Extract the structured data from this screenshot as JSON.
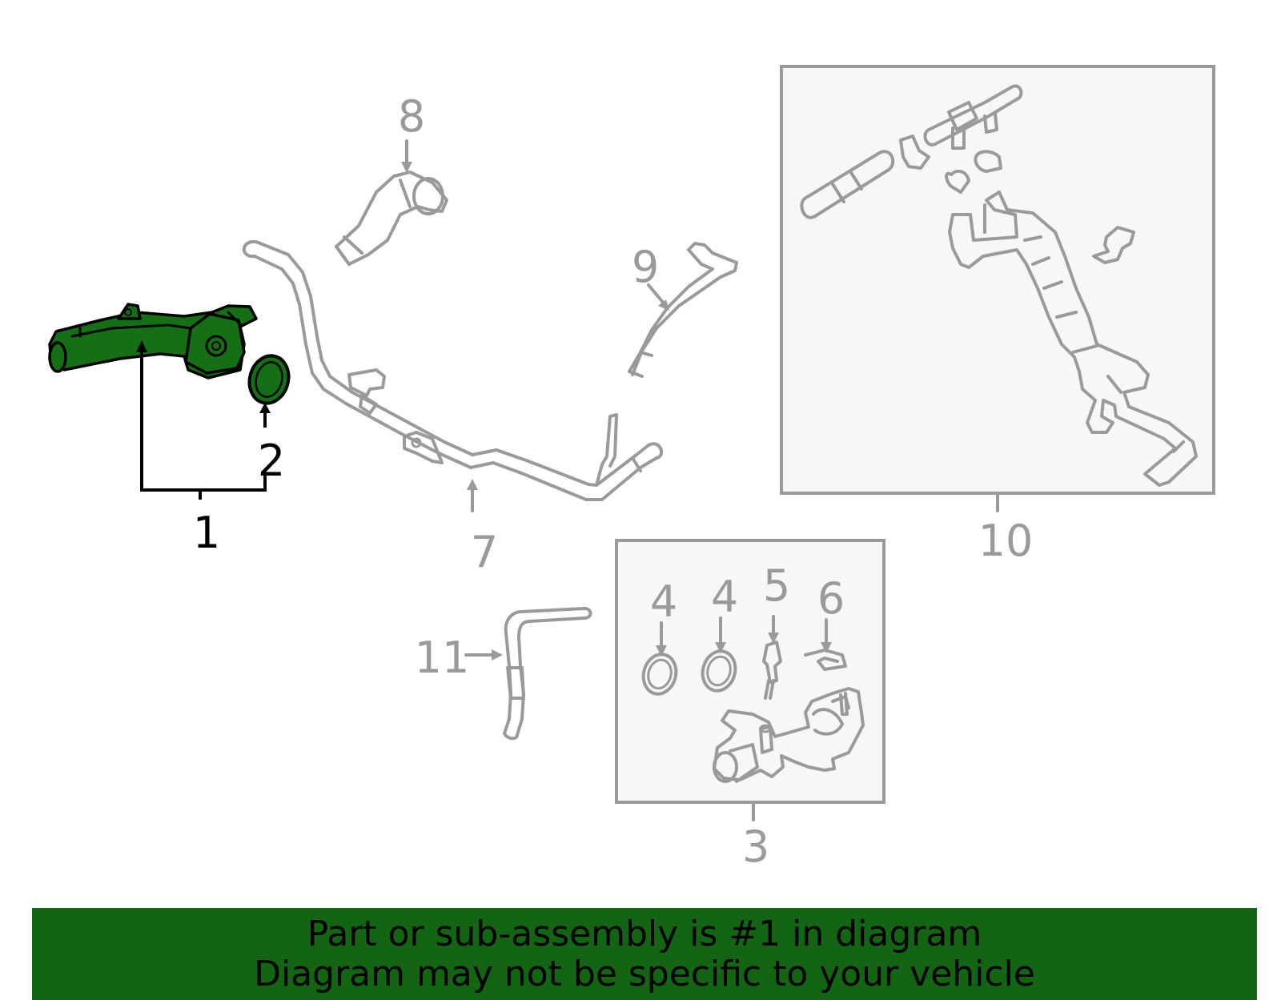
{
  "labels": {
    "c1": "1",
    "c2": "2",
    "c3": "3",
    "c4a": "4",
    "c4b": "4",
    "c5": "5",
    "c6": "6",
    "c7": "7",
    "c8": "8",
    "c9": "9",
    "c10": "10",
    "c11": "11"
  },
  "banner": {
    "line1": "Part or sub-assembly is #1 in diagram",
    "line2": "Diagram may not be specific to your vehicle"
  },
  "colors": {
    "highlight": "#157015",
    "banner": "#136513",
    "line_gray": "#9a9a9a"
  }
}
